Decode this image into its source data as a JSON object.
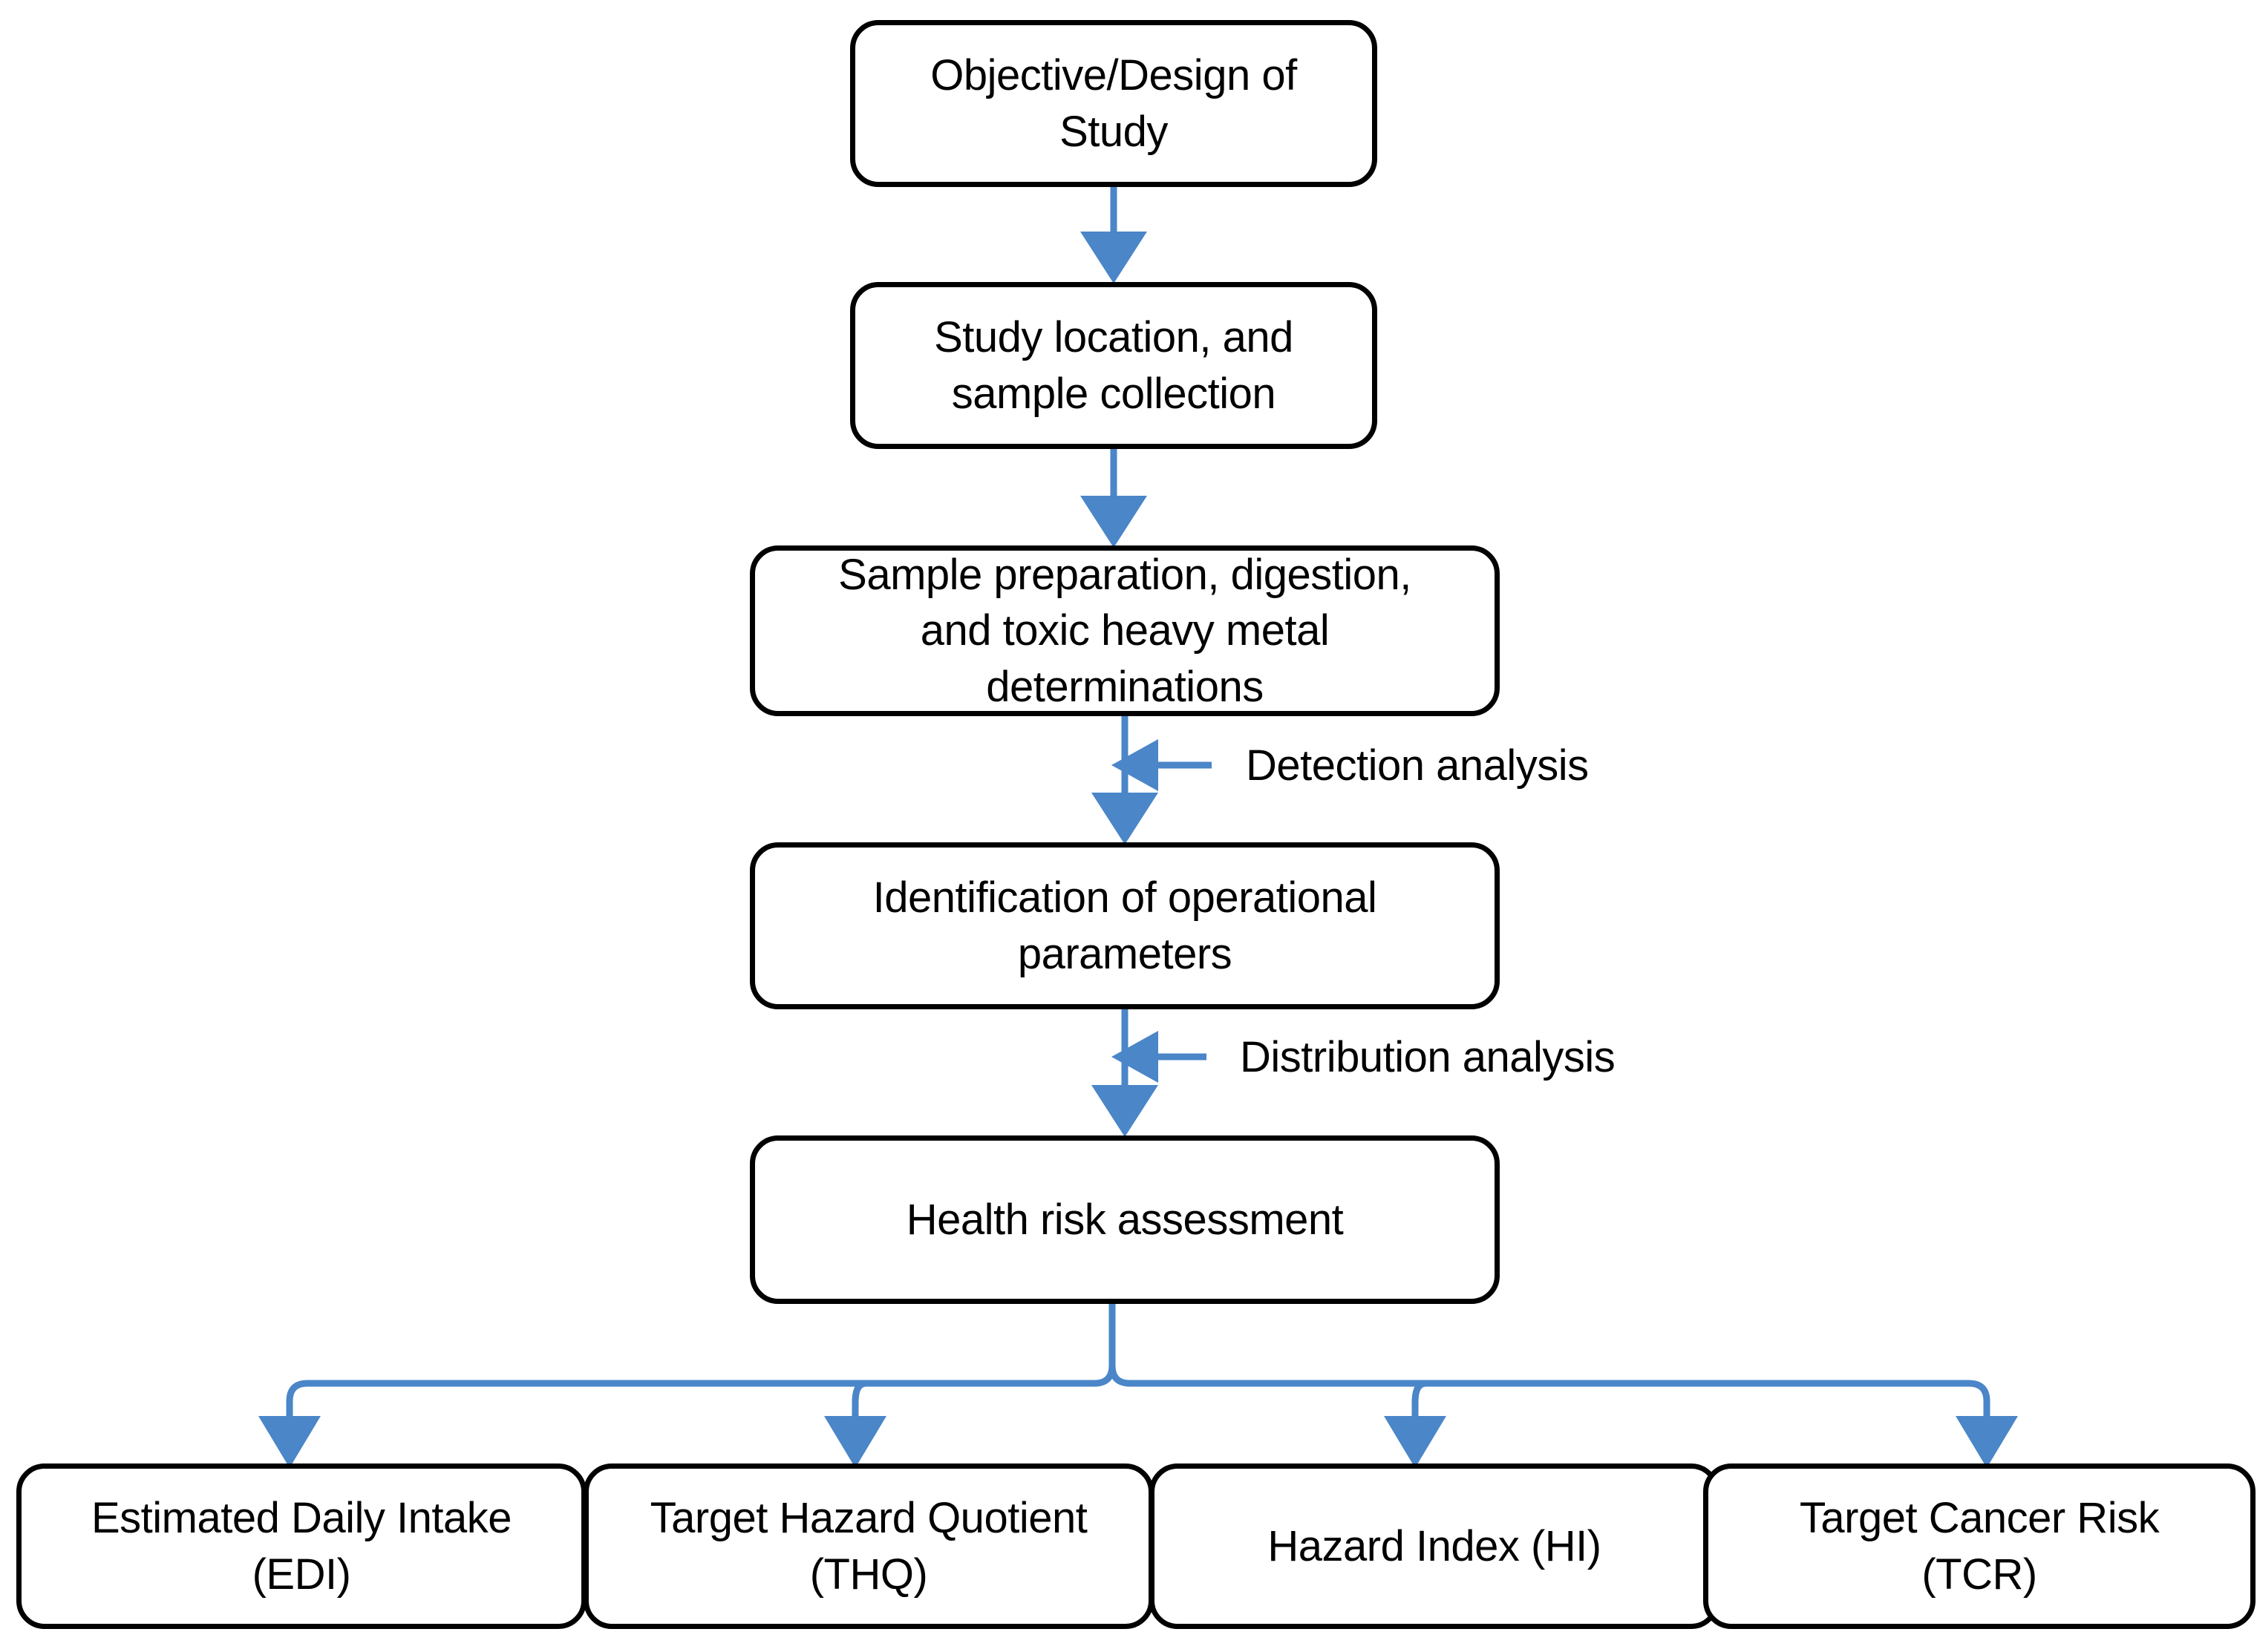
{
  "diagram": {
    "title": "Health risk assessment study workflow flowchart",
    "colors": {
      "arrow": "#4a86c8",
      "node_border": "#000000",
      "node_fill": "#ffffff",
      "text": "#000000",
      "background": "#ffffff"
    },
    "nodes": [
      {
        "id": "objective",
        "line1": "Objective/Design of",
        "line2": "Study"
      },
      {
        "id": "location",
        "line1": "Study location, and",
        "line2": "sample collection"
      },
      {
        "id": "prep",
        "line1": "Sample preparation, digestion,",
        "line2": "and toxic heavy metal",
        "line3": "determinations"
      },
      {
        "id": "params",
        "line1": "Identification of operational",
        "line2": "parameters"
      },
      {
        "id": "risk",
        "line1": "Health risk assessment"
      },
      {
        "id": "edi",
        "line1": "Estimated Daily Intake",
        "line2": "(EDI)"
      },
      {
        "id": "thq",
        "line1": "Target Hazard Quotient",
        "line2": "(THQ)"
      },
      {
        "id": "hi",
        "line1": "Hazard Index (HI)"
      },
      {
        "id": "tcr",
        "line1": "Target Cancer Risk",
        "line2": "(TCR)"
      }
    ],
    "edge_labels": [
      {
        "id": "detection",
        "text": "Detection analysis"
      },
      {
        "id": "distribution",
        "text": "Distribution analysis"
      }
    ]
  }
}
